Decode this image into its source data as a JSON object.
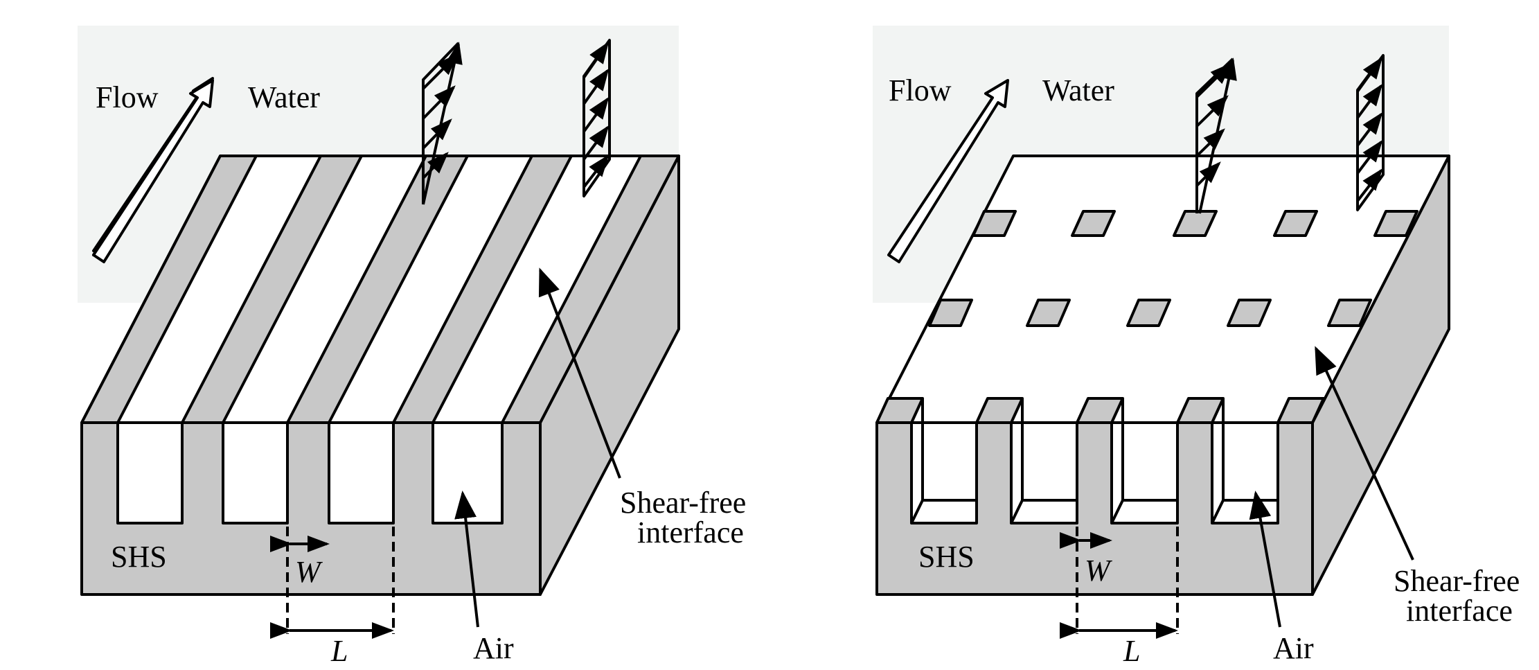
{
  "left": {
    "flow_label": "Flow",
    "water_label": "Water",
    "shs_label": "SHS",
    "w_label": "W",
    "l_label": "L",
    "air_label": "Air",
    "shear_free_line1": "Shear-free",
    "shear_free_line2": "interface"
  },
  "right": {
    "flow_label": "Flow",
    "water_label": "Water",
    "shs_label": "SHS",
    "w_label": "W",
    "l_label": "L",
    "air_label": "Air",
    "shear_free_line1": "Shear-free",
    "shear_free_line2": "interface"
  },
  "colors": {
    "solid": "#c8c8c8",
    "air": "#ffffff",
    "water_background": "#f2f4f3",
    "outline": "#000000"
  }
}
